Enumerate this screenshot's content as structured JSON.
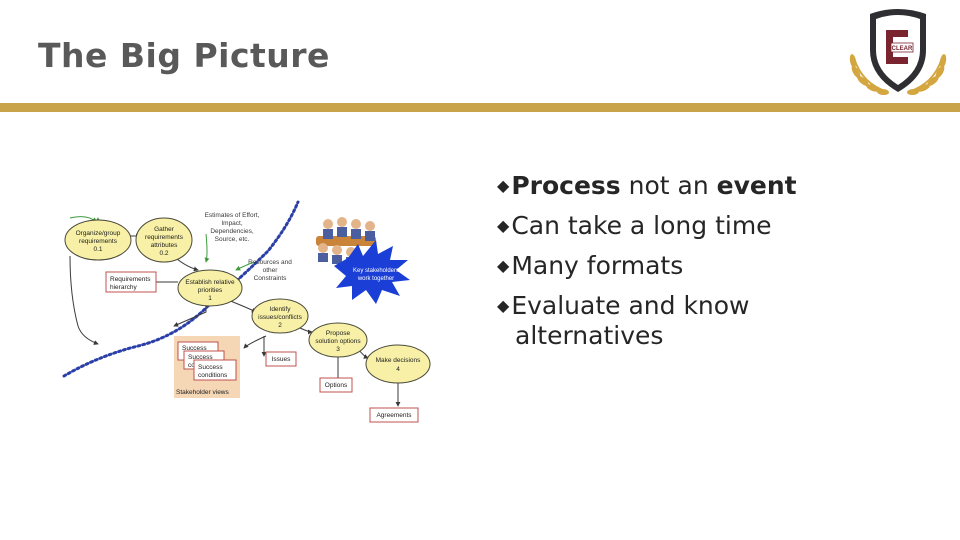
{
  "title": "The Big Picture",
  "colors": {
    "accent_bar": "#C9A34A",
    "logo_dark": "#2E2E33",
    "logo_maroon": "#7A2430",
    "laurel": "#D4A640",
    "node_fill": "#F7F0A6",
    "node_stroke": "#4A4A3A",
    "box_stroke": "#C0504D",
    "dotted_line": "#2B3FA8",
    "burst": "#1B3FD6"
  },
  "logo": {
    "text": "CLEAR"
  },
  "bullets": [
    {
      "icon": "diamond-bullet-icon",
      "bold1": "Process",
      "mid": " not an ",
      "bold2": "event"
    },
    {
      "icon": "diamond-bullet-icon",
      "text": "Can take a long time"
    },
    {
      "icon": "diamond-bullet-icon",
      "text": "Many formats"
    },
    {
      "icon": "diamond-bullet-icon",
      "text": "Evaluate and know",
      "text2": "alternatives"
    }
  ],
  "diagram": {
    "nodes": [
      {
        "id": "organize",
        "lines": [
          "Organize/group",
          "requirements",
          "0.1"
        ]
      },
      {
        "id": "gather",
        "lines": [
          "Gather",
          "requirements",
          "attributes",
          "0.2"
        ]
      },
      {
        "id": "establish",
        "lines": [
          "Establish relative",
          "priorities",
          "1"
        ]
      },
      {
        "id": "identify",
        "lines": [
          "Identify",
          "issues/conflicts",
          "2"
        ]
      },
      {
        "id": "propose",
        "lines": [
          "Propose",
          "solution options",
          "3"
        ]
      },
      {
        "id": "decide",
        "lines": [
          "Make decisions",
          "4"
        ]
      }
    ],
    "labels": {
      "estimates": [
        "Estimates of Effort,",
        "Impact,",
        "Dependencies,",
        "Source, etc."
      ],
      "resources": [
        "Resources and",
        "other",
        "Constraints"
      ],
      "req_hierarchy": [
        "Requirements",
        "hierarchy"
      ],
      "success1": "Success",
      "success2": "Success",
      "success2b": "co",
      "success3": [
        "Success",
        "conditions"
      ],
      "stakeholder_views": "Stakeholder views",
      "issues": "Issues",
      "options": "Options",
      "agreements": "Agreements",
      "burst": [
        "Key stakeholders",
        "work together"
      ]
    }
  }
}
